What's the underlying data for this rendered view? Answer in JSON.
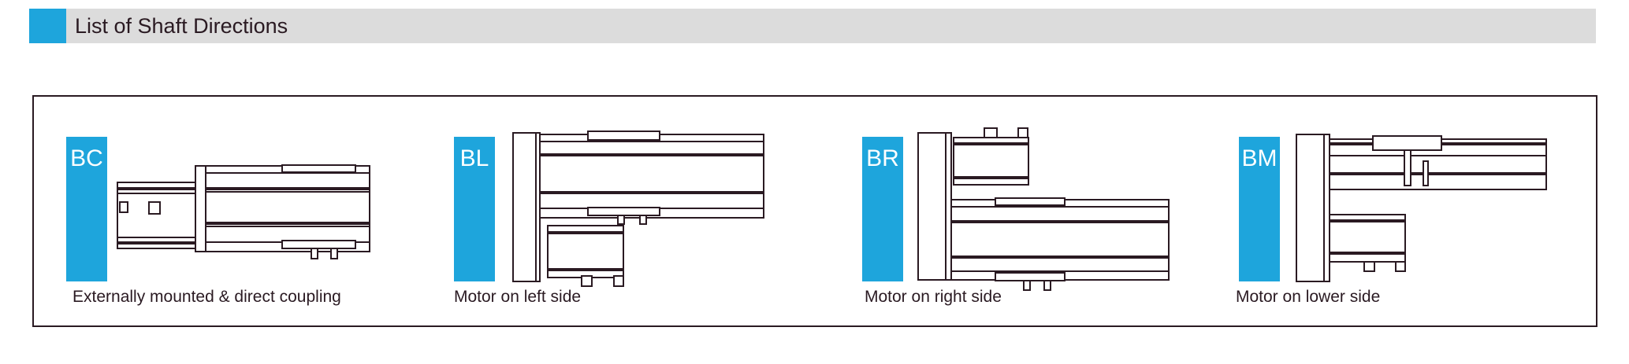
{
  "header": {
    "title": "List of Shaft Directions"
  },
  "directions": [
    {
      "code": "BC",
      "caption": "Externally mounted & direct coupling"
    },
    {
      "code": "BL",
      "caption": "Motor on left side"
    },
    {
      "code": "BR",
      "caption": "Motor on right side"
    },
    {
      "code": "BM",
      "caption": "Motor on lower side"
    }
  ],
  "colors": {
    "accent": "#1ea5dc",
    "header_bg": "#dcdcdc",
    "ink": "#2a1a22"
  }
}
